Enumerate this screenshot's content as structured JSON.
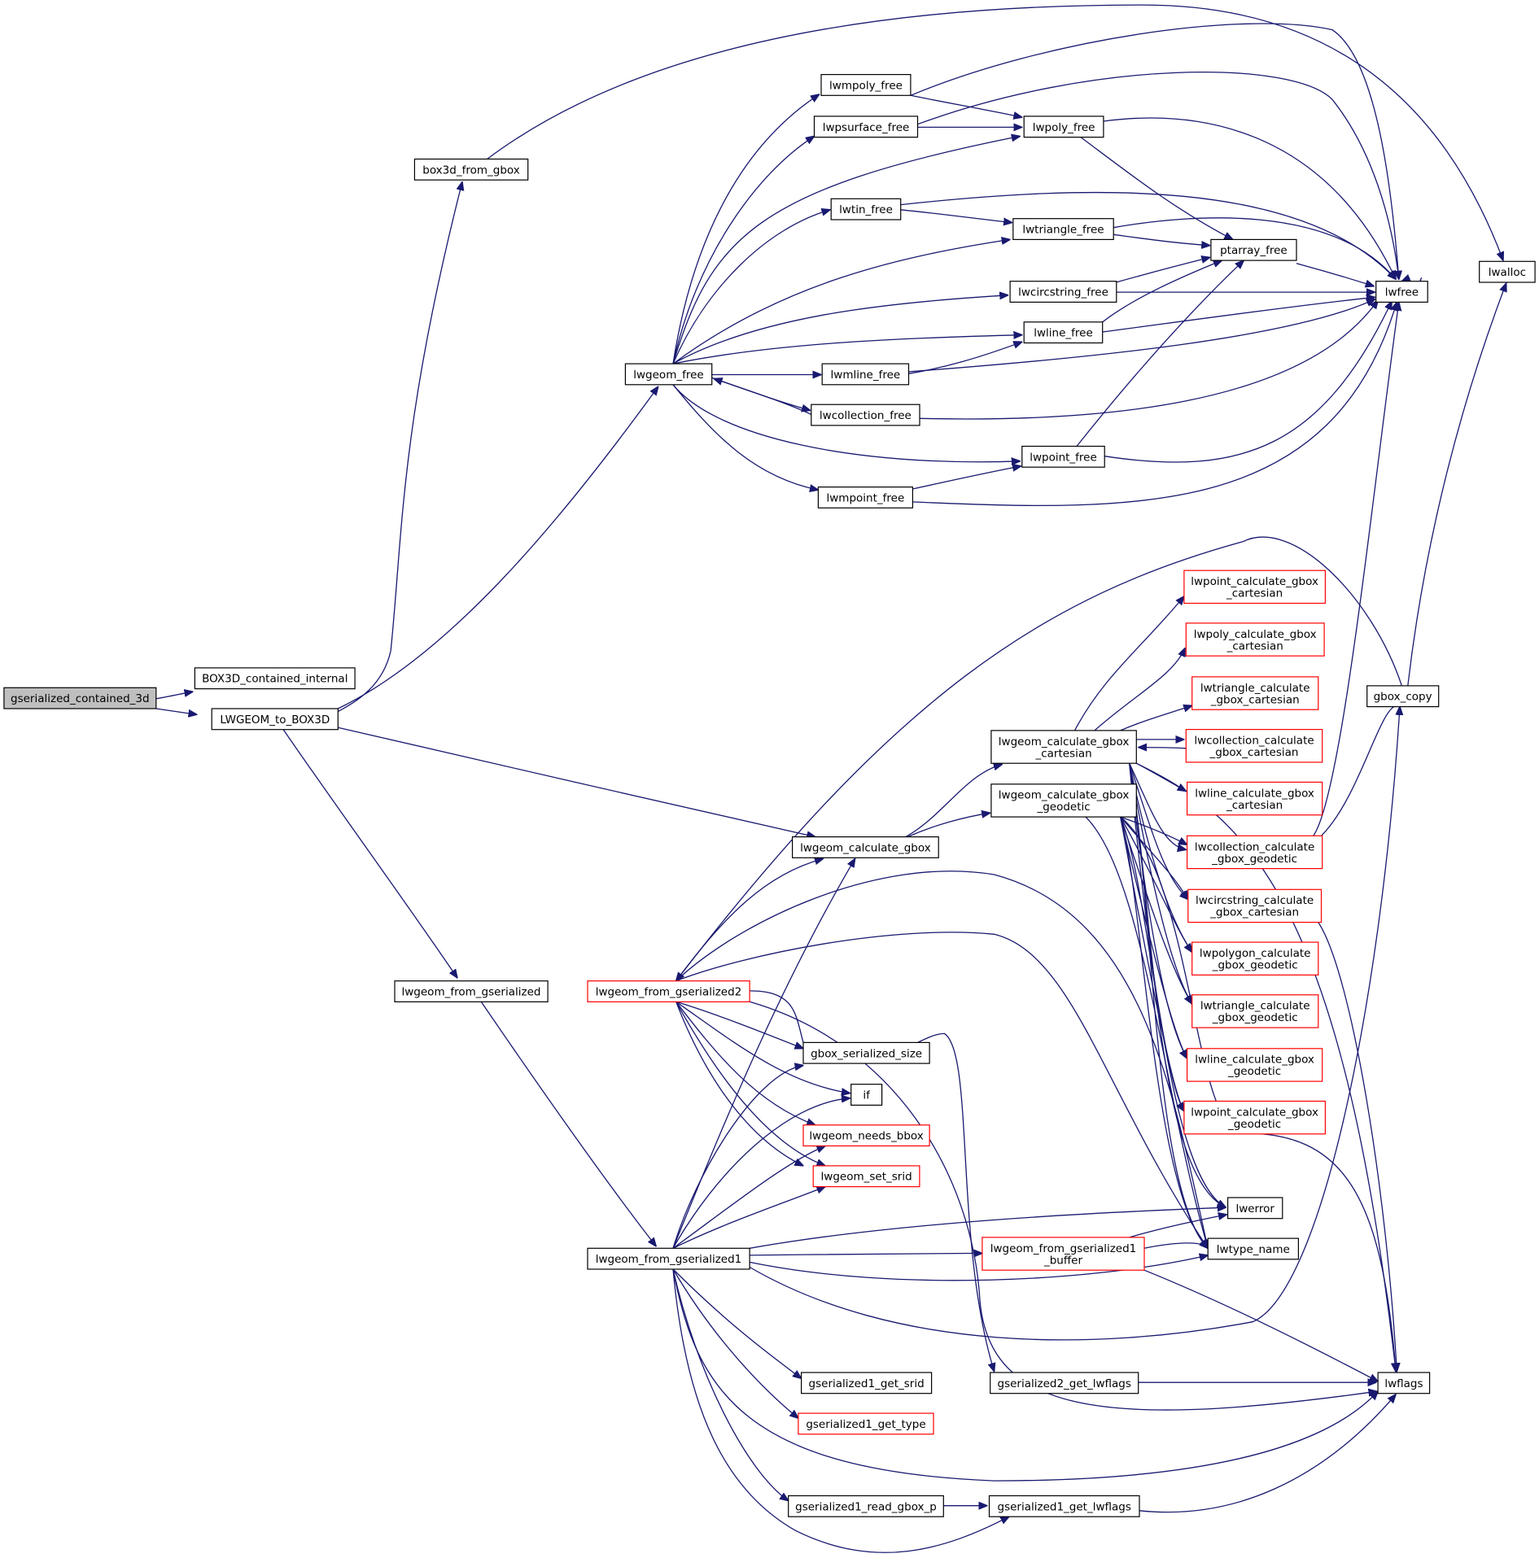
{
  "diagram": {
    "type": "call-graph",
    "edge_color": "#191970",
    "highlight_color": "#ff0000",
    "root_fill": "#bfbfbf",
    "nodes": [
      {
        "id": "root",
        "lines": [
          "gserialized_contained_3d"
        ],
        "style": "root"
      },
      {
        "id": "box3d_contained",
        "lines": [
          "BOX3D_contained_internal"
        ],
        "style": "normal"
      },
      {
        "id": "lwgeom_to_box3d",
        "lines": [
          "LWGEOM_to_BOX3D"
        ],
        "style": "normal"
      },
      {
        "id": "box3d_from_gbox",
        "lines": [
          "box3d_from_gbox"
        ],
        "style": "normal"
      },
      {
        "id": "lwgeom_free",
        "lines": [
          "lwgeom_free"
        ],
        "style": "normal"
      },
      {
        "id": "lwgeom_from_gserialized",
        "lines": [
          "lwgeom_from_gserialized"
        ],
        "style": "normal"
      },
      {
        "id": "lwgeom_calculate_gbox",
        "lines": [
          "lwgeom_calculate_gbox"
        ],
        "style": "normal"
      },
      {
        "id": "lwmpoly_free",
        "lines": [
          "lwmpoly_free"
        ],
        "style": "normal"
      },
      {
        "id": "lwpsurface_free",
        "lines": [
          "lwpsurface_free"
        ],
        "style": "normal"
      },
      {
        "id": "lwtin_free",
        "lines": [
          "lwtin_free"
        ],
        "style": "normal"
      },
      {
        "id": "lwmline_free",
        "lines": [
          "lwmline_free"
        ],
        "style": "normal"
      },
      {
        "id": "lwcollection_free",
        "lines": [
          "lwcollection_free"
        ],
        "style": "normal"
      },
      {
        "id": "lwmpoint_free",
        "lines": [
          "lwmpoint_free"
        ],
        "style": "normal"
      },
      {
        "id": "lwpoly_free",
        "lines": [
          "lwpoly_free"
        ],
        "style": "normal"
      },
      {
        "id": "lwtriangle_free",
        "lines": [
          "lwtriangle_free"
        ],
        "style": "normal"
      },
      {
        "id": "lwcircstring_free",
        "lines": [
          "lwcircstring_free"
        ],
        "style": "normal"
      },
      {
        "id": "lwline_free",
        "lines": [
          "lwline_free"
        ],
        "style": "normal"
      },
      {
        "id": "lwpoint_free",
        "lines": [
          "lwpoint_free"
        ],
        "style": "normal"
      },
      {
        "id": "ptarray_free",
        "lines": [
          "ptarray_free"
        ],
        "style": "normal"
      },
      {
        "id": "lwfree",
        "lines": [
          "lwfree"
        ],
        "style": "normal"
      },
      {
        "id": "lwalloc",
        "lines": [
          "lwalloc"
        ],
        "style": "normal"
      },
      {
        "id": "gbox_copy",
        "lines": [
          "gbox_copy"
        ],
        "style": "normal"
      },
      {
        "id": "lwgeom_calc_gbox_cart",
        "lines": [
          "lwgeom_calculate_gbox",
          "_cartesian"
        ],
        "style": "normal"
      },
      {
        "id": "lwgeom_calc_gbox_geod",
        "lines": [
          "lwgeom_calculate_gbox",
          "_geodetic"
        ],
        "style": "normal"
      },
      {
        "id": "lwpoint_calc_cart",
        "lines": [
          "lwpoint_calculate_gbox",
          "_cartesian"
        ],
        "style": "red"
      },
      {
        "id": "lwpoly_calc_cart",
        "lines": [
          "lwpoly_calculate_gbox",
          "_cartesian"
        ],
        "style": "red"
      },
      {
        "id": "lwtriangle_calc_cart",
        "lines": [
          "lwtriangle_calculate",
          "_gbox_cartesian"
        ],
        "style": "red"
      },
      {
        "id": "lwcollection_calc_cart",
        "lines": [
          "lwcollection_calculate",
          "_gbox_cartesian"
        ],
        "style": "red"
      },
      {
        "id": "lwline_calc_cart",
        "lines": [
          "lwline_calculate_gbox",
          "_cartesian"
        ],
        "style": "red"
      },
      {
        "id": "lwcollection_calc_geod",
        "lines": [
          "lwcollection_calculate",
          "_gbox_geodetic"
        ],
        "style": "red"
      },
      {
        "id": "lwcircstring_calc_cart",
        "lines": [
          "lwcircstring_calculate",
          "_gbox_cartesian"
        ],
        "style": "red"
      },
      {
        "id": "lwpolygon_calc_geod",
        "lines": [
          "lwpolygon_calculate",
          "_gbox_geodetic"
        ],
        "style": "red"
      },
      {
        "id": "lwtriangle_calc_geod",
        "lines": [
          "lwtriangle_calculate",
          "_gbox_geodetic"
        ],
        "style": "red"
      },
      {
        "id": "lwline_calc_geod",
        "lines": [
          "lwline_calculate_gbox",
          "_geodetic"
        ],
        "style": "red"
      },
      {
        "id": "lwpoint_calc_geod",
        "lines": [
          "lwpoint_calculate_gbox",
          "_geodetic"
        ],
        "style": "red"
      },
      {
        "id": "lwgeom_from_gserialized2",
        "lines": [
          "lwgeom_from_gserialized2"
        ],
        "style": "red"
      },
      {
        "id": "gbox_serialized_size",
        "lines": [
          "gbox_serialized_size"
        ],
        "style": "normal"
      },
      {
        "id": "if_node",
        "lines": [
          "if"
        ],
        "style": "normal"
      },
      {
        "id": "lwgeom_needs_bbox",
        "lines": [
          "lwgeom_needs_bbox"
        ],
        "style": "red"
      },
      {
        "id": "lwgeom_set_srid",
        "lines": [
          "lwgeom_set_srid"
        ],
        "style": "red"
      },
      {
        "id": "lwgeom_from_gserialized1",
        "lines": [
          "lwgeom_from_gserialized1"
        ],
        "style": "normal"
      },
      {
        "id": "lwgeom_from_gserialized1_buffer",
        "lines": [
          "lwgeom_from_gserialized1",
          "_buffer"
        ],
        "style": "red"
      },
      {
        "id": "lwerror",
        "lines": [
          "lwerror"
        ],
        "style": "normal"
      },
      {
        "id": "lwtype_name",
        "lines": [
          "lwtype_name"
        ],
        "style": "normal"
      },
      {
        "id": "gserialized1_get_srid",
        "lines": [
          "gserialized1_get_srid"
        ],
        "style": "normal"
      },
      {
        "id": "gserialized1_get_type",
        "lines": [
          "gserialized1_get_type"
        ],
        "style": "red"
      },
      {
        "id": "gserialized2_get_lwflags",
        "lines": [
          "gserialized2_get_lwflags"
        ],
        "style": "normal"
      },
      {
        "id": "lwflags",
        "lines": [
          "lwflags"
        ],
        "style": "normal"
      },
      {
        "id": "gserialized1_read_gbox_p",
        "lines": [
          "gserialized1_read_gbox_p"
        ],
        "style": "normal"
      },
      {
        "id": "gserialized1_get_lwflags",
        "lines": [
          "gserialized1_get_lwflags"
        ],
        "style": "normal"
      }
    ]
  }
}
